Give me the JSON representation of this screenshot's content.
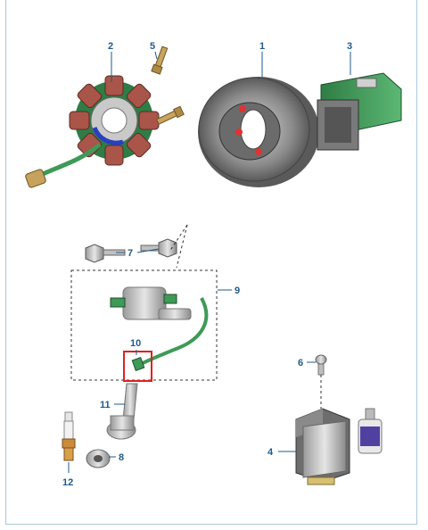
{
  "colors": {
    "callout": "#1f5a8a",
    "green_part": "#3e9a57",
    "copper": "#a9554a",
    "highlight": "#e02020"
  },
  "callouts": {
    "c1": "1",
    "c2": "2",
    "c3": "3",
    "c4": "4",
    "c5": "5",
    "c6": "6",
    "c7": "7",
    "c8": "8",
    "c9": "9",
    "c10": "10",
    "c11": "11",
    "c12": "12"
  }
}
